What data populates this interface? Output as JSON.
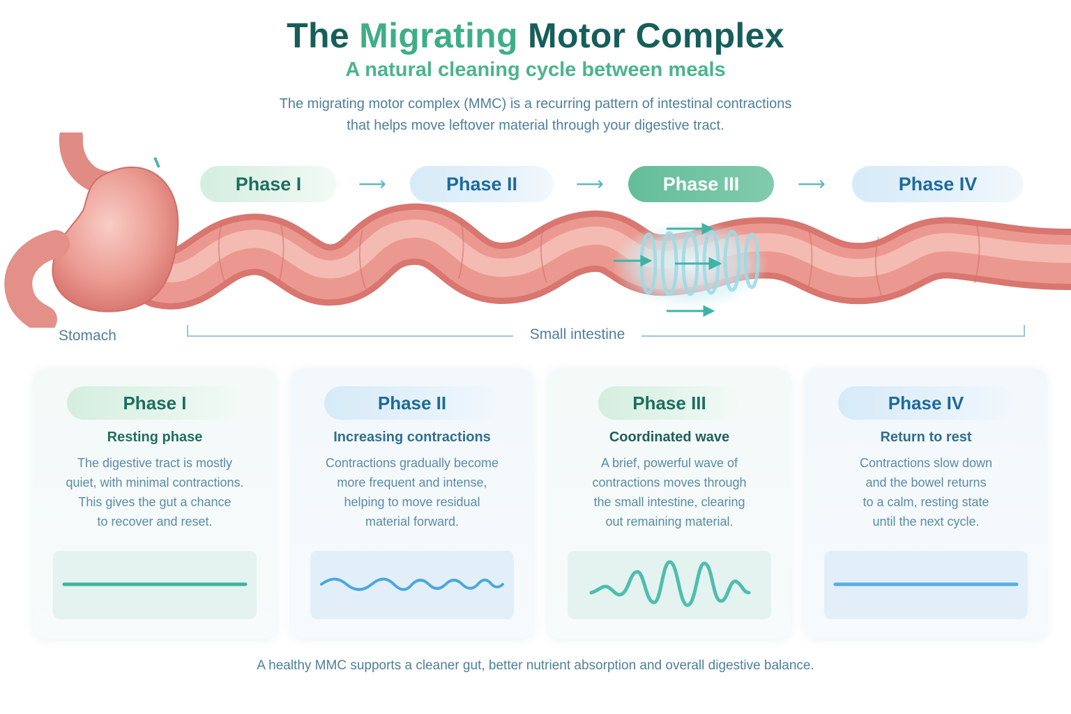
{
  "header": {
    "title_pre": "The",
    "title_accent": "Migrating",
    "title_post": "Motor Complex",
    "subtitle": "A natural cleaning cycle between meals",
    "intro_line1": "The migrating motor complex (MMC) is a recurring pattern of intestinal contractions",
    "intro_line2": "that helps move leftover material through your digestive tract."
  },
  "timeline": {
    "phases": [
      "Phase I",
      "Phase II",
      "Phase III",
      "Phase IV"
    ],
    "active_phase": "Phase III",
    "arrow_icon": "arrow-right-icon"
  },
  "anatomy": {
    "stomach_label": "Stomach",
    "small_intestine_label": "Small intestine",
    "colors": {
      "tissue": "#e8938c",
      "tissue_light": "#f6c2b9",
      "wave": "#7fd0d6",
      "arrow": "#3fb3a6"
    }
  },
  "cards": [
    {
      "phase": "Phase I",
      "heading": "Resting phase",
      "body": [
        "The digestive tract is mostly",
        "quiet, with minimal contractions.",
        "This gives the gut a chance",
        "to recover and reset."
      ],
      "wave": "flat-line",
      "color": "#3fb39f"
    },
    {
      "phase": "Phase II",
      "heading": "Increasing contractions",
      "body": [
        "Contractions gradually become",
        "more frequent and intense,",
        "helping to move residual",
        "material forward."
      ],
      "wave": "low-ripple",
      "color": "#4aa8de"
    },
    {
      "phase": "Phase III",
      "heading": "Coordinated wave",
      "body": [
        "A brief, powerful wave of",
        "contractions moves through",
        "the small intestine, clearing",
        "out remaining material."
      ],
      "wave": "strong-wave",
      "color": "#4fbdae"
    },
    {
      "phase": "Phase IV",
      "heading": "Return to rest",
      "body": [
        "Contractions slow down",
        "and the bowel returns",
        "to a calm, resting state",
        "until the next cycle."
      ],
      "wave": "flat-line",
      "color": "#55aee6"
    }
  ],
  "footer": "A healthy MMC supports a cleaner gut, better nutrient absorption and overall digestive balance."
}
